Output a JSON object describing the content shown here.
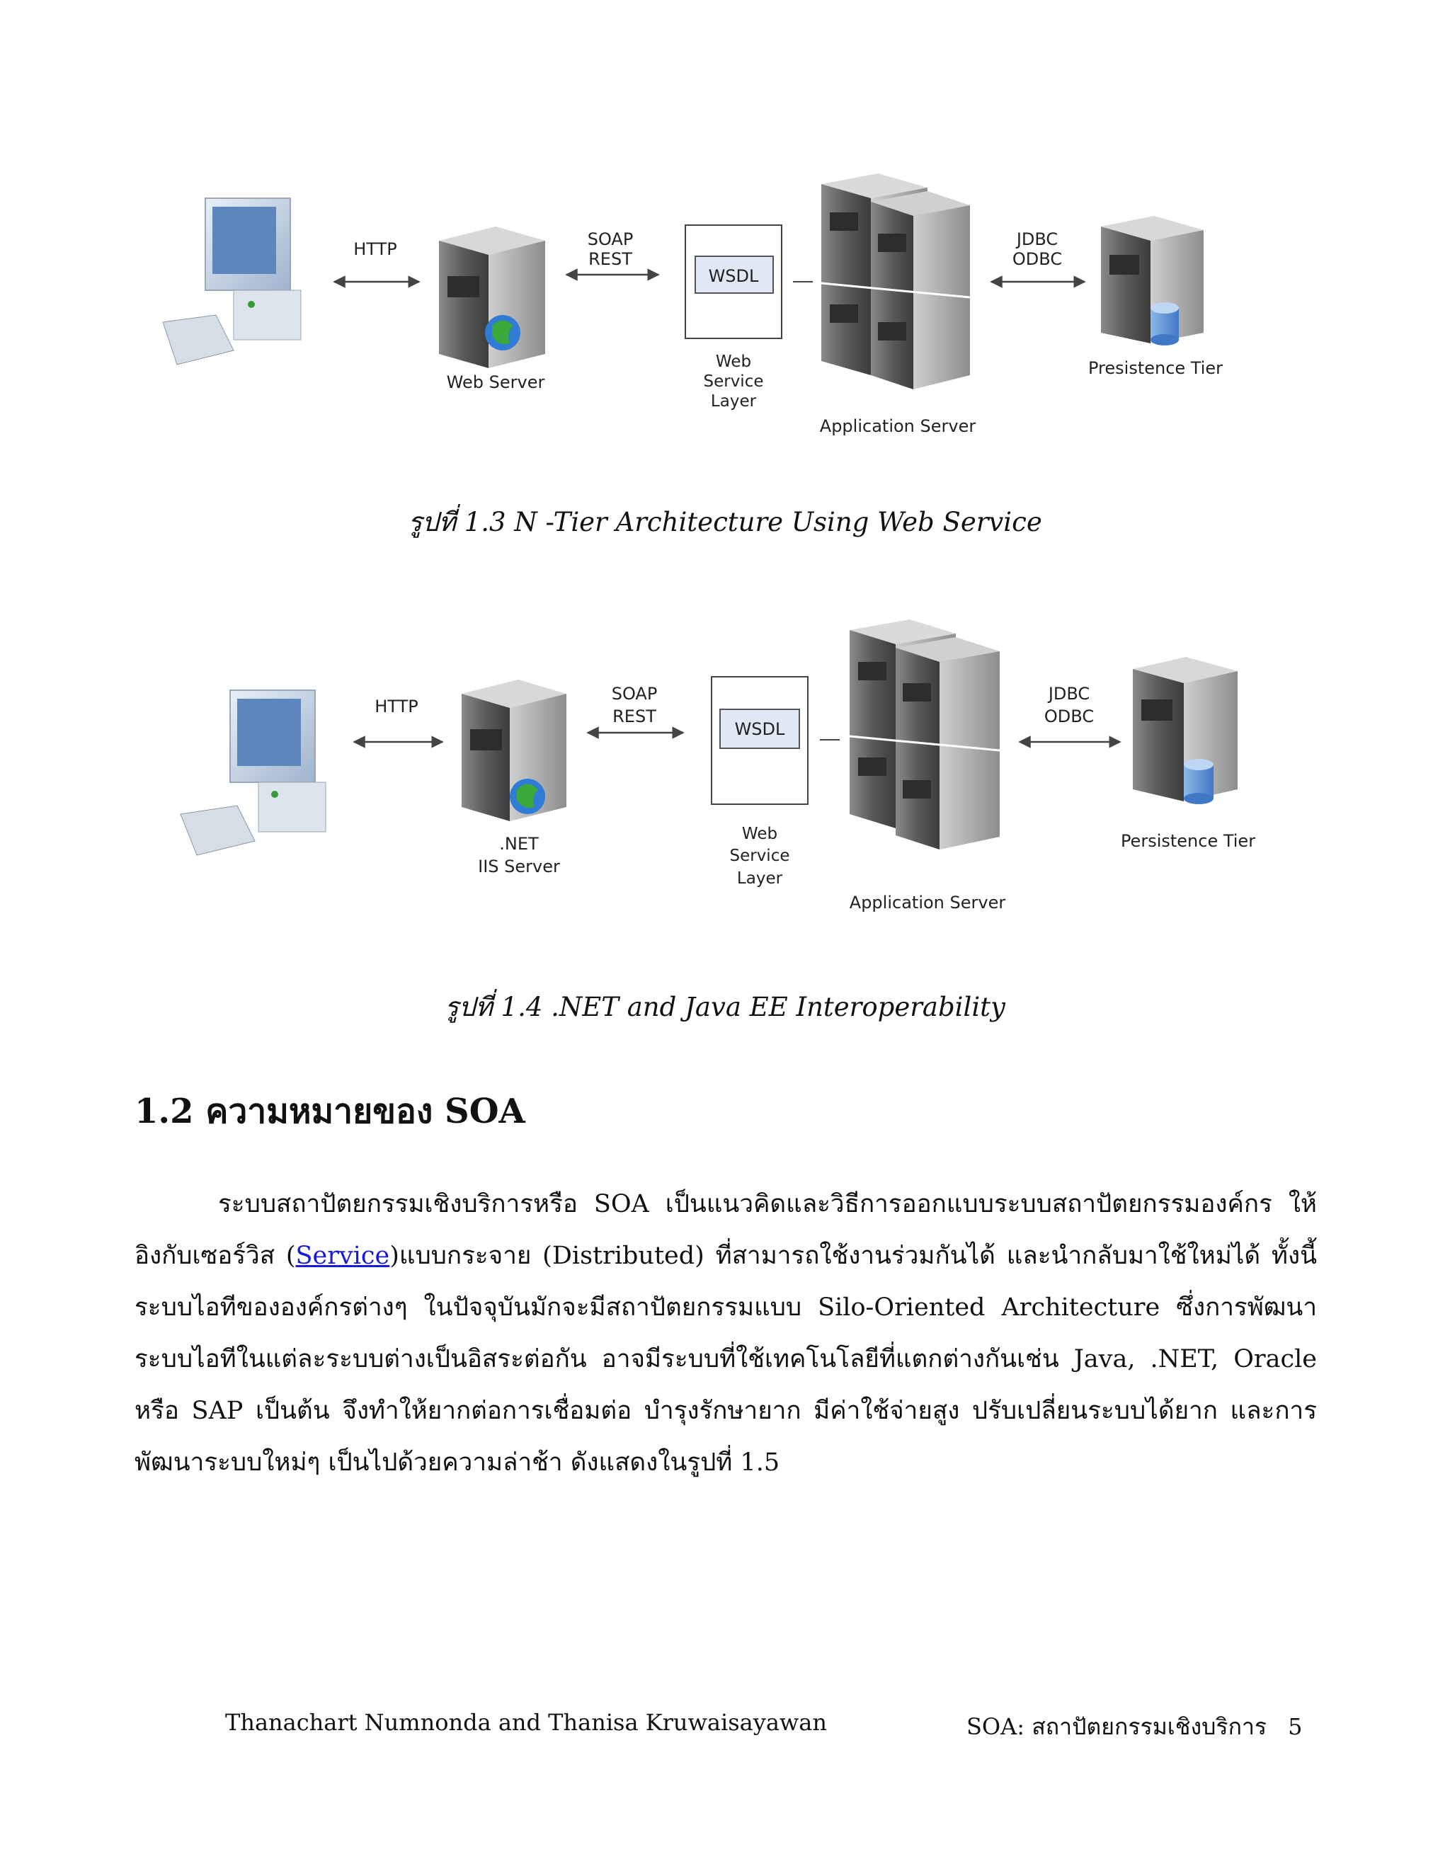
{
  "figure1": {
    "labels": {
      "http": "HTTP",
      "soap": "SOAP",
      "rest": "REST",
      "wsdl": "WSDL",
      "jdbc": "JDBC",
      "odbc": "ODBC",
      "web_server": "Web Server",
      "ws_layer_1": "Web",
      "ws_layer_2": "Service",
      "ws_layer_3": "Layer",
      "app_server": "Application Server",
      "tier": "Presistence Tier"
    },
    "caption": "รูปที่ 1.3 N -Tier Architecture Using Web Service"
  },
  "figure2": {
    "labels": {
      "http": "HTTP",
      "soap": "SOAP",
      "rest": "REST",
      "wsdl": "WSDL",
      "jdbc": "JDBC",
      "odbc": "ODBC",
      "net_1": ".NET",
      "net_2": "IIS Server",
      "ws_layer_1": "Web",
      "ws_layer_2": "Service",
      "ws_layer_3": "Layer",
      "app_server": "Application Server",
      "tier": "Persistence Tier"
    },
    "caption": "รูปที่ 1.4 .NET and Java EE Interoperability"
  },
  "section": {
    "heading": "1.2 ความหมายของ SOA",
    "para_part1": "ระบบสถาปัตยกรรมเชิงบริการหรือ SOA เป็นแนวคิดและวิธีการออกแบบระบบสถาปัตยกรรมองค์กร ให้อิงกับเซอร์วิส (",
    "link": "Service",
    "para_part2": ")แบบกระจาย (Distributed) ที่สามารถใช้งานร่วมกันได้ และนำกลับมาใช้ใหม่ได้ ทั้งนี้ระบบไอทีขององค์กรต่างๆ ในปัจจุบันมักจะมีสถาปัตยกรรมแบบ Silo-Oriented Architecture ซึ่งการพัฒนาระบบไอทีในแต่ละระบบต่างเป็นอิสระต่อกัน อาจมีระบบที่ใช้เทคโนโลยีที่แตกต่างกันเช่น Java, .NET, Oracle หรือ SAP เป็นต้น จึงทำให้ยากต่อการเชื่อมต่อ บำรุงรักษายาก มีค่าใช้จ่ายสูง ปรับเปลี่ยนระบบได้ยาก และการพัฒนาระบบใหม่ๆ เป็นไปด้วยความล่าช้า ดังแสดงในรูปที่ 1.5"
  },
  "footer": {
    "authors": "Thanachart Numnonda and Thanisa Kruwaisayawan",
    "title": "SOA: สถาปัตยกรรมเชิงบริการ",
    "page": "5"
  }
}
